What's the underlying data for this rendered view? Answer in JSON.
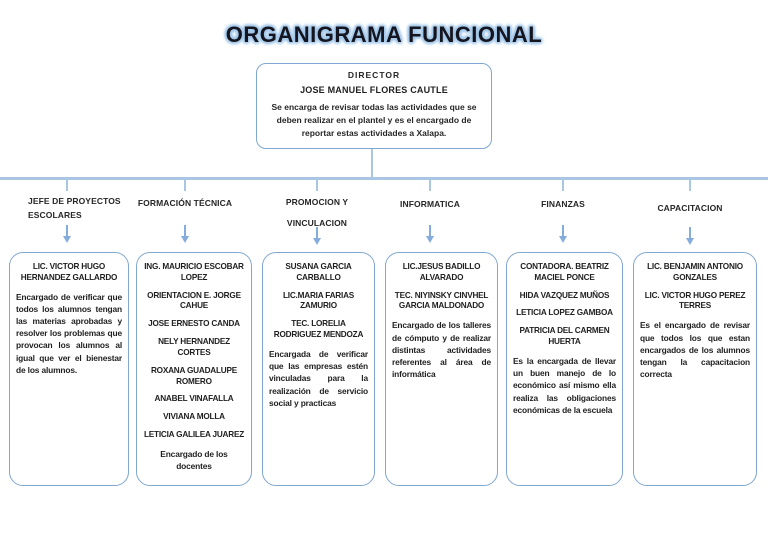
{
  "title": "ORGANIGRAMA FUNCIONAL",
  "director": {
    "role": "DIRECTOR",
    "name": "JOSE MANUEL FLORES CAUTLE",
    "description": "Se encarga de revisar todas las actividades que se deben realizar en el plantel y es el encargado de reportar estas actividades a Xalapa."
  },
  "departments": [
    {
      "label": "JEFE DE PROYECTOS ESCOLARES",
      "members": [
        "LIC. VICTOR HUGO HERNANDEZ GALLARDO"
      ],
      "description": "Encargado de verificar que todos los alumnos tengan las materias aprobadas y resolver los problemas que provocan los alumnos al igual que ver el bienestar de los alumnos."
    },
    {
      "label": "FORMACIÓN TÉCNICA",
      "members": [
        "ING. MAURICIO ESCOBAR LOPEZ",
        "ORIENTACION E. JORGE CAHUE",
        "JOSE ERNESTO CANDA",
        "NELY HERNANDEZ CORTES",
        "ROXANA GUADALUPE ROMERO",
        "ANABEL VINAFALLA",
        "VIVIANA MOLLA",
        "LETICIA GALILEA JUAREZ"
      ],
      "description": "Encargado de los docentes"
    },
    {
      "label": "PROMOCION Y VINCULACION",
      "members": [
        "SUSANA GARCIA CARBALLO",
        "LIC.MARIA FARIAS ZAMURIO",
        "TEC. LORELIA RODRIGUEZ MENDOZA"
      ],
      "description": "Encargada de verificar que las empresas estén vinculadas para la realización de servicio social y practicas"
    },
    {
      "label": "INFORMATICA",
      "members": [
        "LIC.JESUS BADILLO ALVARADO",
        "TEC. NIYINSKY CINVHEL GARCIA MALDONADO"
      ],
      "description": "Encargado de los talleres de cómputo y de realizar distintas actividades referentes al área de informática"
    },
    {
      "label": "FINANZAS",
      "members": [
        "CONTADORA. BEATRIZ MACIEL PONCE",
        "HIDA VAZQUEZ MUÑOS",
        "LETICIA LOPEZ GAMBOA",
        "PATRICIA DEL CARMEN HUERTA"
      ],
      "description": "Es la encargada de llevar un buen manejo de lo económico así mismo ella realiza las obligaciones económicas de la escuela"
    },
    {
      "label": "CAPACITACION",
      "members": [
        "LIC. BENJAMIN ANTONIO GONZALES",
        "LIC. VICTOR HUGO PEREZ TERRES"
      ],
      "description": "Es el encargado de revisar que todos los que estan encargados de los alumnos tengan la capacitacion correcta"
    }
  ],
  "colors": {
    "connector_line": "#a9c7e5",
    "box_border": "#7fa7cf",
    "arrow": "#84acdc",
    "title_glow": "#9dc3e6",
    "text": "#1f1f1f"
  }
}
